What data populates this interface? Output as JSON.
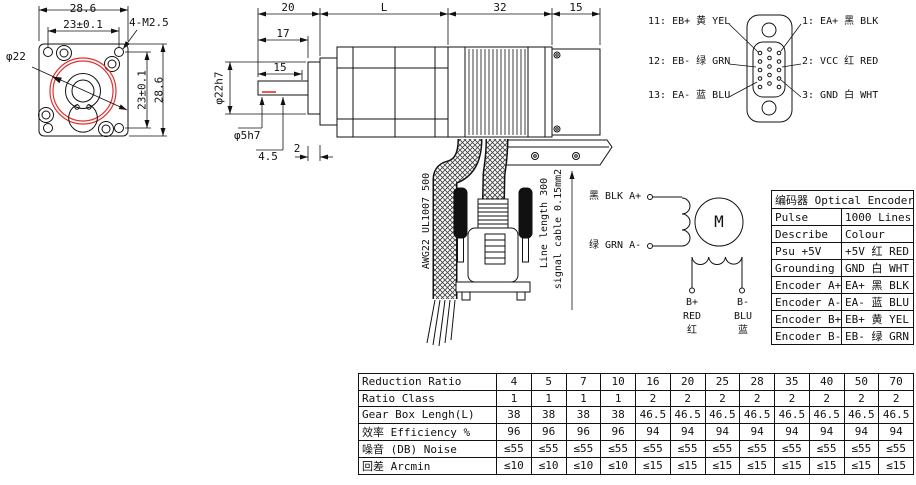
{
  "front_view": {
    "dim_top_outer": "28.6",
    "dim_top_inner": "23±0.1",
    "bolt_callout": "4-M2.5",
    "pilot_callout": "φ22",
    "dim_right_inner": "23±0.1",
    "dim_right_outer": "28.6"
  },
  "side_view": {
    "dim_shaft_total": "20",
    "dim_gearbox": "L",
    "dim_motor": "32",
    "dim_encoder": "15",
    "dim_shaft_step": "17",
    "dim_shaft_flat": "15",
    "dim_pilot_dia": "φ22h7",
    "dim_shaft_dia": "φ5h7",
    "dim_flat_len": "4.5",
    "dim_pilot_protrusion": "2",
    "cable_spec": "AWG22 UL1007 500",
    "cable_length": "Line length 300",
    "cable_signal": "signal cable 0.15mm2"
  },
  "connector": {
    "left_pins": [
      "11: EB+ 黄 YEL",
      "12: EB- 绿 GRN",
      "13: EA- 蓝 BLU"
    ],
    "right_pins": [
      "1: EA+ 黑 BLK",
      "2: VCC 红 RED",
      "3: GND 白 WHT"
    ]
  },
  "schematic": {
    "phase_a_plus": "黑 BLK A+",
    "phase_a_minus": "绿 GRN A-",
    "motor": "M",
    "b_plus": "B+",
    "b_plus_color_en": "RED",
    "b_plus_color_cn": "红",
    "b_minus": "B-",
    "b_minus_color_en": "BLU",
    "b_minus_color_cn": "蓝"
  },
  "encoder_table": {
    "title": "编码器 Optical Encoder",
    "rows": [
      [
        "Pulse",
        "1000 Lines"
      ],
      [
        "Describe",
        "Colour"
      ],
      [
        "Psu +5V",
        "+5V 红 RED"
      ],
      [
        "Grounding",
        "GND 白 WHT"
      ],
      [
        "Encoder A+",
        "EA+ 黑 BLK"
      ],
      [
        "Encoder A-",
        "EA- 蓝 BLU"
      ],
      [
        "Encoder B+",
        "EB+ 黄 YEL"
      ],
      [
        "Encoder B-",
        "EB- 绿 GRN"
      ]
    ]
  },
  "spec_table": {
    "rows": [
      [
        "Reduction Ratio",
        "4",
        "5",
        "7",
        "10",
        "16",
        "20",
        "25",
        "28",
        "35",
        "40",
        "50",
        "70"
      ],
      [
        "Ratio Class",
        "1",
        "1",
        "1",
        "1",
        "2",
        "2",
        "2",
        "2",
        "2",
        "2",
        "2",
        "2"
      ],
      [
        "Gear Box Lengh(L)",
        "38",
        "38",
        "38",
        "38",
        "46.5",
        "46.5",
        "46.5",
        "46.5",
        "46.5",
        "46.5",
        "46.5",
        "46.5"
      ],
      [
        "效率 Efficiency %",
        "96",
        "96",
        "96",
        "96",
        "94",
        "94",
        "94",
        "94",
        "94",
        "94",
        "94",
        "94"
      ],
      [
        "噪音 (DB) Noise",
        "≤55",
        "≤55",
        "≤55",
        "≤55",
        "≤55",
        "≤55",
        "≤55",
        "≤55",
        "≤55",
        "≤55",
        "≤55",
        "≤55"
      ],
      [
        "回差 Arcmin",
        "≤10",
        "≤10",
        "≤10",
        "≤10",
        "≤15",
        "≤15",
        "≤15",
        "≤15",
        "≤15",
        "≤15",
        "≤15",
        "≤15"
      ]
    ]
  },
  "colors": {
    "accent_red": "#e03131",
    "line": "#111111"
  }
}
